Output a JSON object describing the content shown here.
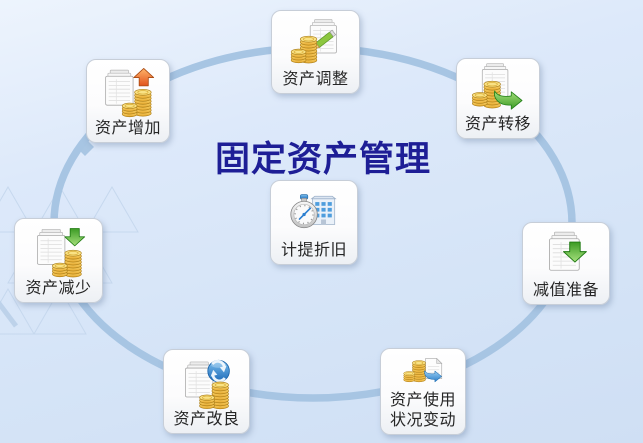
{
  "title": "固定资产管理",
  "colors": {
    "background": "#d8e6f8",
    "ring": "#a7c5e3",
    "title": "#1e1e96",
    "node_background": "#ffffff",
    "node_border": "#c7ced8",
    "label_text": "#262626",
    "coin_gold": "#f0c23e",
    "arrow_green": "#3c9b24",
    "arrow_orange": "#e1531c",
    "arrow_blue": "#2a7cc9"
  },
  "nodes": [
    {
      "id": "asset-increase",
      "lines": [
        "资产增加"
      ],
      "icon": "document-coins-up-arrow-icon"
    },
    {
      "id": "asset-adjustment",
      "lines": [
        "资产调整"
      ],
      "icon": "document-coins-pencil-icon"
    },
    {
      "id": "asset-transfer",
      "lines": [
        "资产转移"
      ],
      "icon": "document-coins-transfer-arrow-icon"
    },
    {
      "id": "impairment-provision",
      "lines": [
        "减值准备"
      ],
      "icon": "document-down-arrow-icon"
    },
    {
      "id": "asset-usage-status-change",
      "lines": [
        "资产使用",
        "状况变动"
      ],
      "icon": "coins-page-forward-arrow-icon"
    },
    {
      "id": "asset-improvement",
      "lines": [
        "资产改良"
      ],
      "icon": "document-coins-sync-icon"
    },
    {
      "id": "asset-decrease",
      "lines": [
        "资产减少"
      ],
      "icon": "document-coins-down-arrow-icon"
    },
    {
      "id": "depreciation-accrual",
      "lines": [
        "计提折旧"
      ],
      "icon": "stopwatch-building-icon"
    }
  ]
}
